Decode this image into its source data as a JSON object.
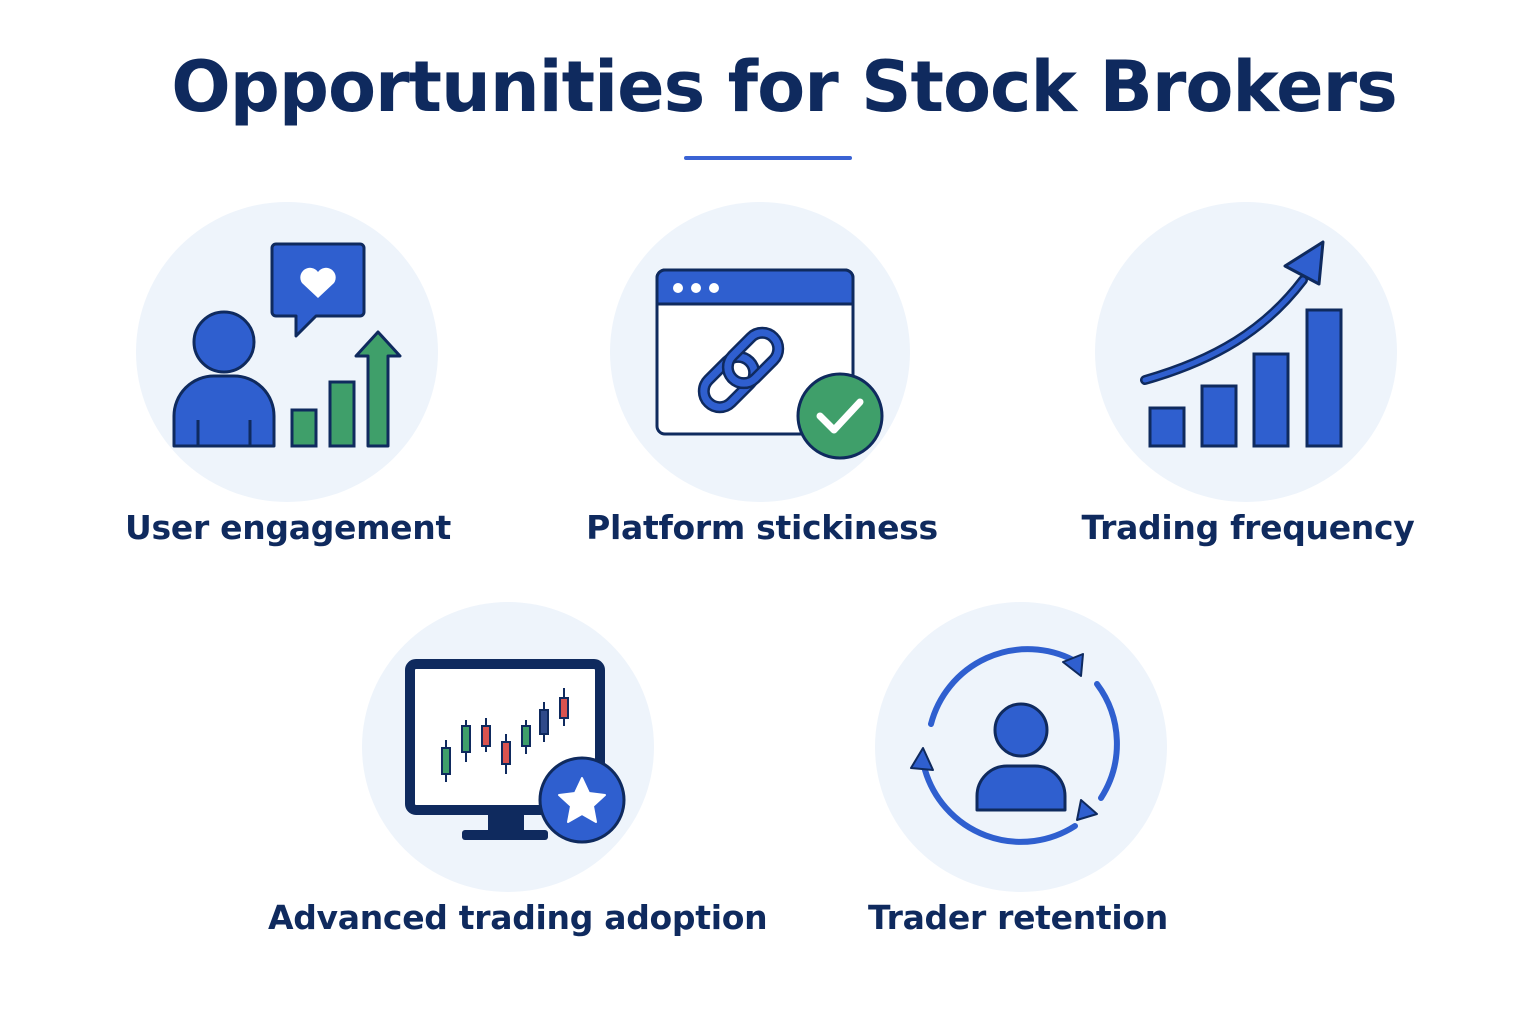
{
  "title": "Opportunities for Stock Brokers",
  "colors": {
    "navy": "#0f2a5e",
    "blue": "#2f5fcf",
    "green": "#3f9f6a",
    "red": "#d9534f",
    "circle": "#eef4fb",
    "rule": "#3a63d4"
  },
  "items": [
    {
      "label": "User engagement",
      "icon": "user-engagement-icon"
    },
    {
      "label": "Platform stickiness",
      "icon": "linked-platform-icon"
    },
    {
      "label": "Trading frequency",
      "icon": "rising-bars-icon"
    },
    {
      "label": "Advanced trading adoption",
      "icon": "candlestick-monitor-icon"
    },
    {
      "label": "Trader retention",
      "icon": "user-cycle-icon"
    }
  ]
}
